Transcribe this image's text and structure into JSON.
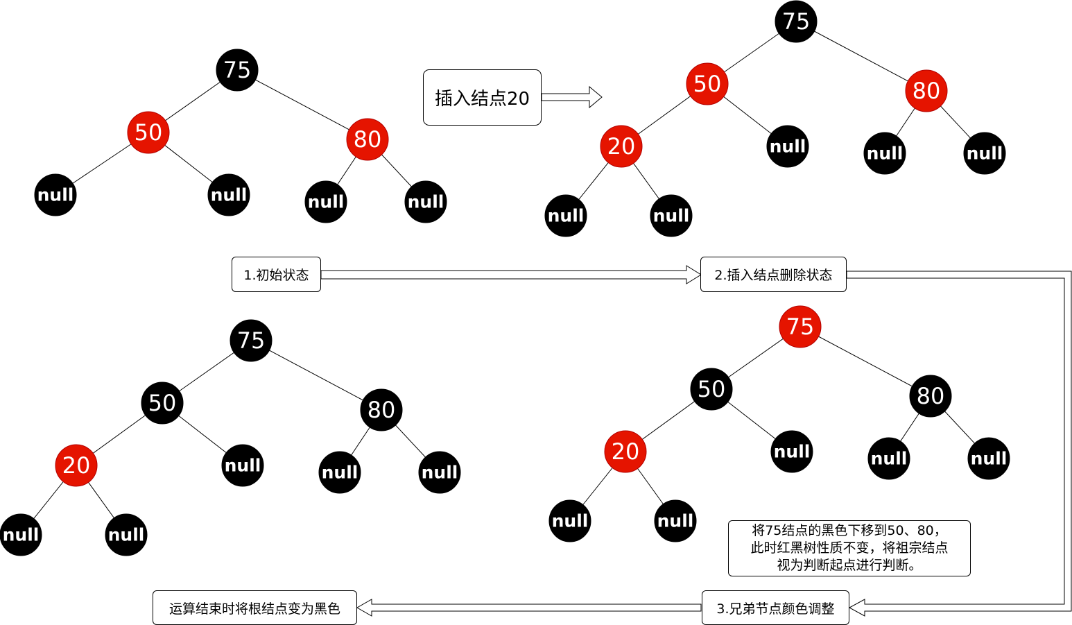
{
  "colors": {
    "red": "#e51400",
    "black": "#000000",
    "node_text": "#ffffff"
  },
  "trees": {
    "initial": {
      "nodes": [
        {
          "key": "75",
          "color": "black"
        },
        {
          "key": "50",
          "color": "red"
        },
        {
          "key": "80",
          "color": "red"
        },
        {
          "key": "null",
          "color": "black"
        },
        {
          "key": "null",
          "color": "black"
        },
        {
          "key": "null",
          "color": "black"
        },
        {
          "key": "null",
          "color": "black"
        }
      ]
    },
    "after_insert": {
      "nodes": [
        {
          "key": "75",
          "color": "black"
        },
        {
          "key": "50",
          "color": "red"
        },
        {
          "key": "80",
          "color": "red"
        },
        {
          "key": "20",
          "color": "red"
        },
        {
          "key": "null",
          "color": "black"
        },
        {
          "key": "null",
          "color": "black"
        },
        {
          "key": "null",
          "color": "black"
        },
        {
          "key": "null",
          "color": "black"
        },
        {
          "key": "null",
          "color": "black"
        }
      ]
    },
    "recolored": {
      "nodes": [
        {
          "key": "75",
          "color": "red"
        },
        {
          "key": "50",
          "color": "black"
        },
        {
          "key": "80",
          "color": "black"
        },
        {
          "key": "20",
          "color": "red"
        },
        {
          "key": "null",
          "color": "black"
        },
        {
          "key": "null",
          "color": "black"
        },
        {
          "key": "null",
          "color": "black"
        },
        {
          "key": "null",
          "color": "black"
        },
        {
          "key": "null",
          "color": "black"
        }
      ]
    },
    "final": {
      "nodes": [
        {
          "key": "75",
          "color": "black"
        },
        {
          "key": "50",
          "color": "black"
        },
        {
          "key": "80",
          "color": "black"
        },
        {
          "key": "20",
          "color": "red"
        },
        {
          "key": "null",
          "color": "black"
        },
        {
          "key": "null",
          "color": "black"
        },
        {
          "key": "null",
          "color": "black"
        },
        {
          "key": "null",
          "color": "black"
        },
        {
          "key": "null",
          "color": "black"
        }
      ]
    }
  },
  "labels": {
    "insert": "插入结点20",
    "step1": "1.初始状态",
    "step2": "2.插入结点删除状态",
    "step3": "3.兄弟节点颜色调整",
    "final": "运算结束时将根结点变为黑色",
    "note": [
      "将75结点的黑色下移到50、80，",
      "此时红黑树性质不变，将祖宗结点",
      "视为判断起点进行判断。"
    ]
  }
}
